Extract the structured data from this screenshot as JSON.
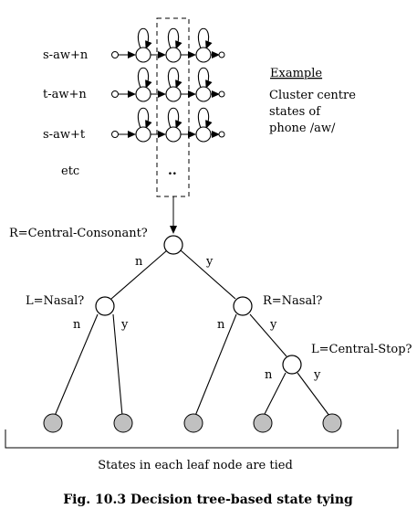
{
  "rows": [
    {
      "label": "s-aw+n"
    },
    {
      "label": "t-aw+n"
    },
    {
      "label": "s-aw+t"
    },
    {
      "label": "etc"
    }
  ],
  "ellipsis": "..",
  "example": {
    "title": "Example",
    "lines": [
      "Cluster centre",
      "states of",
      "phone /aw/"
    ]
  },
  "questions": {
    "root": "R=Central-Consonant?",
    "left": "L=Nasal?",
    "right": "R=Nasal?",
    "right_right": "L=Central-Stop?"
  },
  "branch_labels": {
    "no": "n",
    "yes": "y"
  },
  "leaf_caption": "States in each leaf node are tied",
  "figure_caption": "Fig. 10.3  Decision tree-based state tying",
  "colors": {
    "leaf_fill": "#c0c0c0",
    "line": "#000000",
    "node_fill": "#ffffff"
  }
}
